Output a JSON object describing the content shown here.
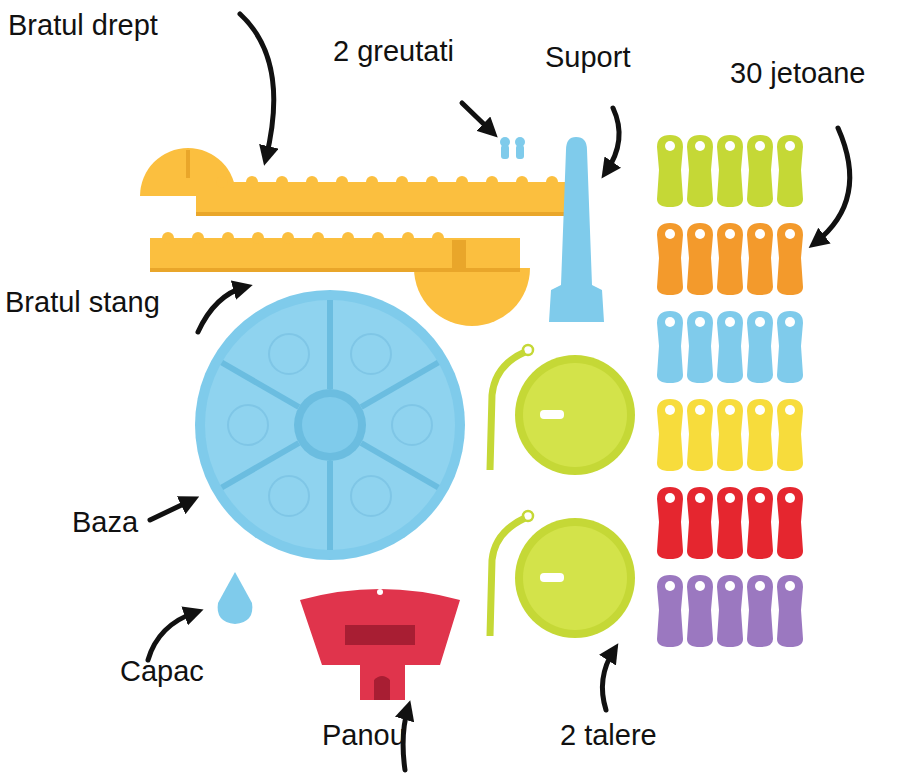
{
  "diagram": {
    "labels": [
      "Bratul drept",
      "2 greutati",
      "Suport",
      "30 jetoane",
      "Bratul stang",
      "Baza",
      "Capac",
      "Panou",
      "2 talere"
    ]
  }
}
